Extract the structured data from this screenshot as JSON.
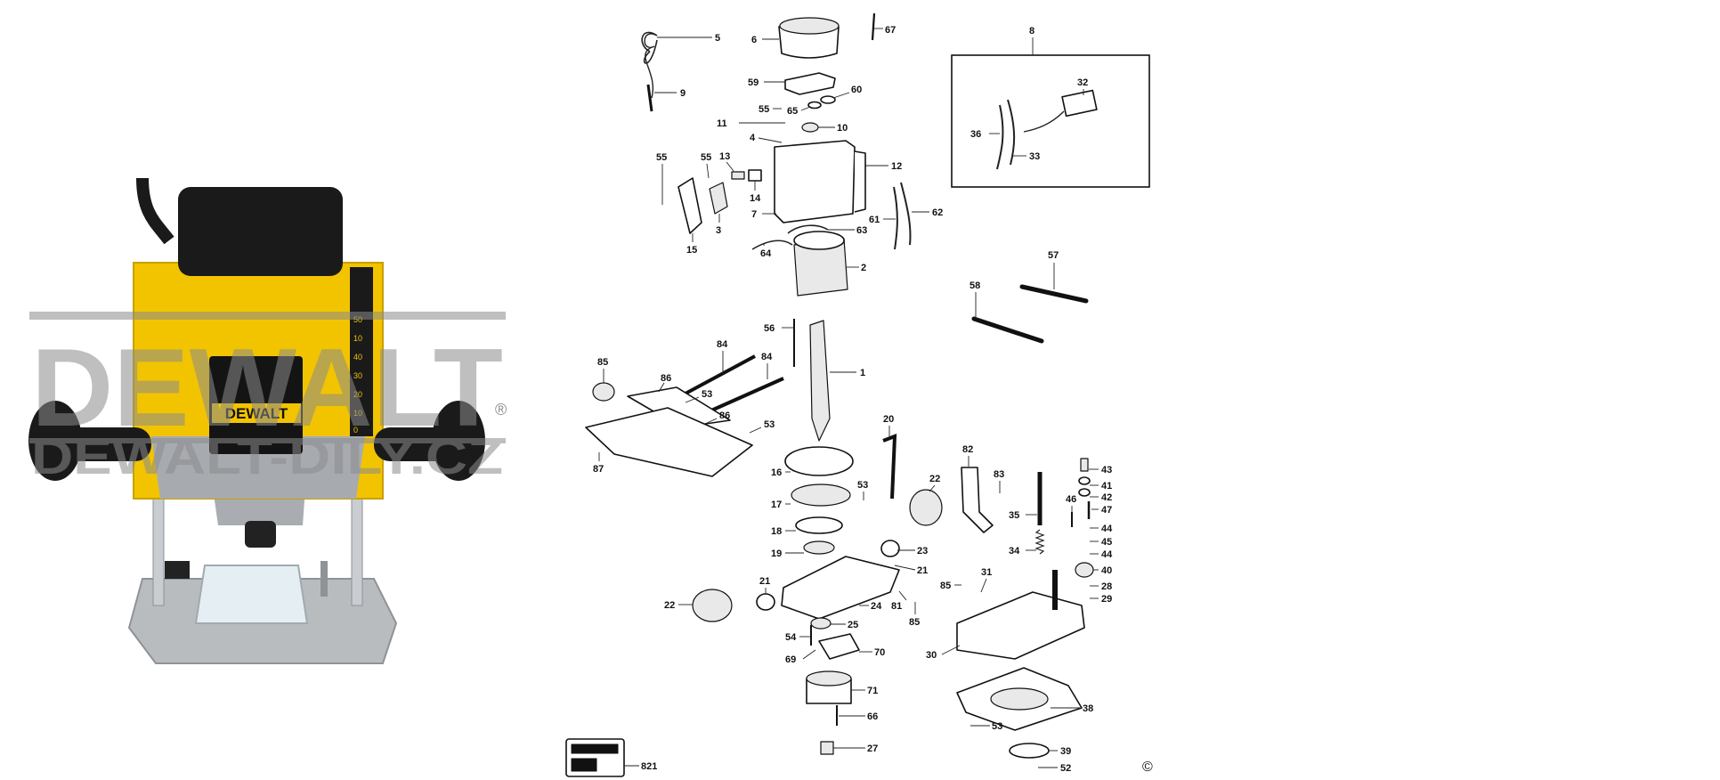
{
  "brand": {
    "watermark_top": "DEWALT",
    "watermark_bottom": "DEWALT-DILY.CZ",
    "logo_label": "DEWALT",
    "registered_mark": "®",
    "depth_scale": [
      "50",
      "10",
      "40",
      "30",
      "20",
      "10",
      "0"
    ],
    "colors": {
      "yellow": "#f2c400",
      "black": "#1a1a1a",
      "silver": "#b9bcbf",
      "watermark": "#8c8c8c"
    }
  },
  "diagram": {
    "copyright": "©",
    "parts": [
      {
        "id": "p5",
        "label": "5"
      },
      {
        "id": "p6",
        "label": "6"
      },
      {
        "id": "p67",
        "label": "67"
      },
      {
        "id": "p8",
        "label": "8"
      },
      {
        "id": "p9",
        "label": "9"
      },
      {
        "id": "p59",
        "label": "59"
      },
      {
        "id": "p60",
        "label": "60"
      },
      {
        "id": "p55a",
        "label": "55"
      },
      {
        "id": "p65",
        "label": "65"
      },
      {
        "id": "p11",
        "label": "11"
      },
      {
        "id": "p10",
        "label": "10"
      },
      {
        "id": "p32",
        "label": "32"
      },
      {
        "id": "p36",
        "label": "36"
      },
      {
        "id": "p33",
        "label": "33"
      },
      {
        "id": "p4",
        "label": "4"
      },
      {
        "id": "p55b",
        "label": "55"
      },
      {
        "id": "p55c",
        "label": "55"
      },
      {
        "id": "p13",
        "label": "13"
      },
      {
        "id": "p12",
        "label": "12"
      },
      {
        "id": "p14",
        "label": "14"
      },
      {
        "id": "p3",
        "label": "3"
      },
      {
        "id": "p7",
        "label": "7"
      },
      {
        "id": "p61",
        "label": "61"
      },
      {
        "id": "p62",
        "label": "62"
      },
      {
        "id": "p15",
        "label": "15"
      },
      {
        "id": "p63",
        "label": "63"
      },
      {
        "id": "p64",
        "label": "64"
      },
      {
        "id": "p2",
        "label": "2"
      },
      {
        "id": "p57",
        "label": "57"
      },
      {
        "id": "p58",
        "label": "58"
      },
      {
        "id": "p56",
        "label": "56"
      },
      {
        "id": "p85a",
        "label": "85"
      },
      {
        "id": "p84a",
        "label": "84"
      },
      {
        "id": "p84b",
        "label": "84"
      },
      {
        "id": "p86a",
        "label": "86"
      },
      {
        "id": "p1",
        "label": "1"
      },
      {
        "id": "p53a",
        "label": "53"
      },
      {
        "id": "p86b",
        "label": "86"
      },
      {
        "id": "p53b",
        "label": "53"
      },
      {
        "id": "p20",
        "label": "20"
      },
      {
        "id": "p87",
        "label": "87"
      },
      {
        "id": "p82",
        "label": "82"
      },
      {
        "id": "p16",
        "label": "16"
      },
      {
        "id": "p53c",
        "label": "53"
      },
      {
        "id": "p22a",
        "label": "22"
      },
      {
        "id": "p83",
        "label": "83"
      },
      {
        "id": "p43",
        "label": "43"
      },
      {
        "id": "p41",
        "label": "41"
      },
      {
        "id": "p42",
        "label": "42"
      },
      {
        "id": "p46",
        "label": "46"
      },
      {
        "id": "p47",
        "label": "47"
      },
      {
        "id": "p17",
        "label": "17"
      },
      {
        "id": "p35",
        "label": "35"
      },
      {
        "id": "p44a",
        "label": "44"
      },
      {
        "id": "p18",
        "label": "18"
      },
      {
        "id": "p45",
        "label": "45"
      },
      {
        "id": "p34",
        "label": "34"
      },
      {
        "id": "p44b",
        "label": "44"
      },
      {
        "id": "p19",
        "label": "19"
      },
      {
        "id": "p23",
        "label": "23"
      },
      {
        "id": "p21a",
        "label": "21"
      },
      {
        "id": "p40",
        "label": "40"
      },
      {
        "id": "p21b",
        "label": "21"
      },
      {
        "id": "p31",
        "label": "31"
      },
      {
        "id": "p85b",
        "label": "85"
      },
      {
        "id": "p28",
        "label": "28"
      },
      {
        "id": "p22b",
        "label": "22"
      },
      {
        "id": "p24",
        "label": "24"
      },
      {
        "id": "p81",
        "label": "81"
      },
      {
        "id": "p29",
        "label": "29"
      },
      {
        "id": "p85c",
        "label": "85"
      },
      {
        "id": "p25",
        "label": "25"
      },
      {
        "id": "p54",
        "label": "54"
      },
      {
        "id": "p70",
        "label": "70"
      },
      {
        "id": "p30",
        "label": "30"
      },
      {
        "id": "p69",
        "label": "69"
      },
      {
        "id": "p71",
        "label": "71"
      },
      {
        "id": "p38",
        "label": "38"
      },
      {
        "id": "p66",
        "label": "66"
      },
      {
        "id": "p53d",
        "label": "53"
      },
      {
        "id": "p27",
        "label": "27"
      },
      {
        "id": "p39",
        "label": "39"
      },
      {
        "id": "p821",
        "label": "821"
      },
      {
        "id": "p52",
        "label": "52"
      }
    ]
  }
}
